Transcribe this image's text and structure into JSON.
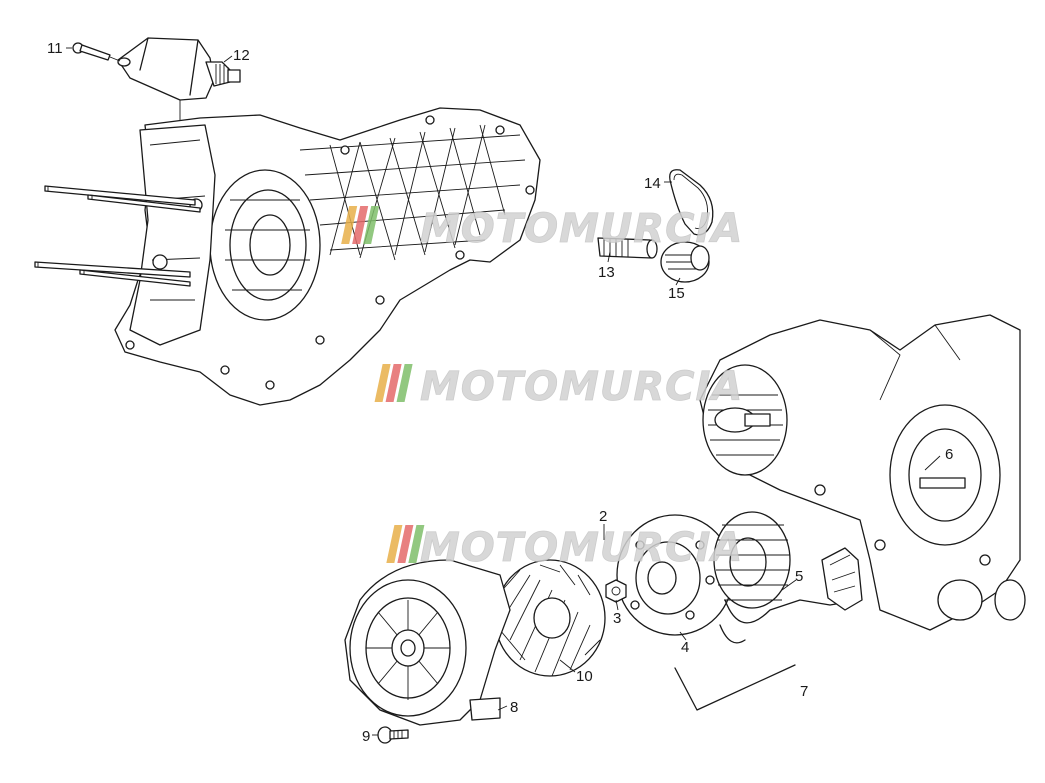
{
  "watermark": {
    "text": "MOTOMURCIA",
    "colors": [
      "#e8b04a",
      "#e46a6a",
      "#7fbf6a"
    ]
  },
  "callouts": {
    "c1": "2",
    "c2": "3",
    "c3": "4",
    "c4": "5",
    "c5": "6",
    "c6": "7",
    "c7": "8",
    "c8": "9",
    "c9": "10",
    "c10": "11",
    "c11": "12",
    "c12": "13",
    "c13": "14",
    "c14": "15"
  },
  "colors": {
    "ink": "#1a1a1a",
    "background": "#ffffff",
    "watermark_fill": "#d2d2d2"
  }
}
